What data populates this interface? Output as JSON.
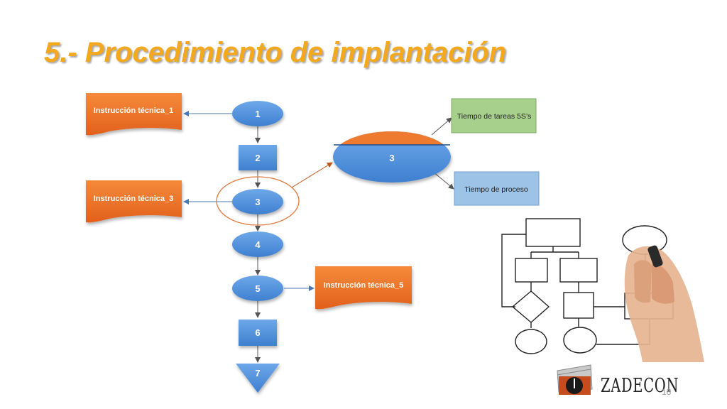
{
  "title": "5.- Procedimiento de implantación",
  "flow": {
    "steps": [
      "1",
      "2",
      "3",
      "4",
      "5",
      "6",
      "7"
    ]
  },
  "instructions": {
    "it1": "Instrucción técnica_1",
    "it3": "Instrucción técnica_3",
    "it5": "Instrucción técnica_5"
  },
  "detail": {
    "label": "3",
    "tasks_time": "Tiempo de tareas 5S’s",
    "process_time": "Tiempo de proceso"
  },
  "footer": {
    "brand": "ZADECON",
    "page_number": "18"
  },
  "colors": {
    "title": "#f4a81d",
    "step_blue": "#4f8fdc",
    "instruction_orange": "#ee6f24",
    "tasks_green": "#a8d08d",
    "process_blue": "#9dc3e6",
    "highlight_ring": "#e07a3e"
  }
}
